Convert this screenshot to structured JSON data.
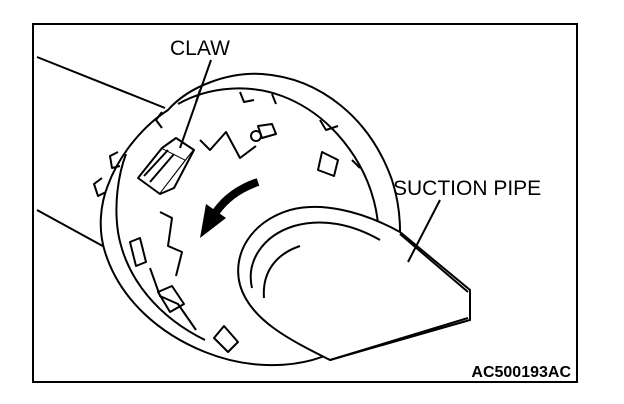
{
  "diagram": {
    "labels": {
      "claw": "CLAW",
      "suction_pipe": "SUCTION PIPE"
    },
    "figure_id": "AC500193AC",
    "line_color": "#000000",
    "background": "#ffffff"
  }
}
